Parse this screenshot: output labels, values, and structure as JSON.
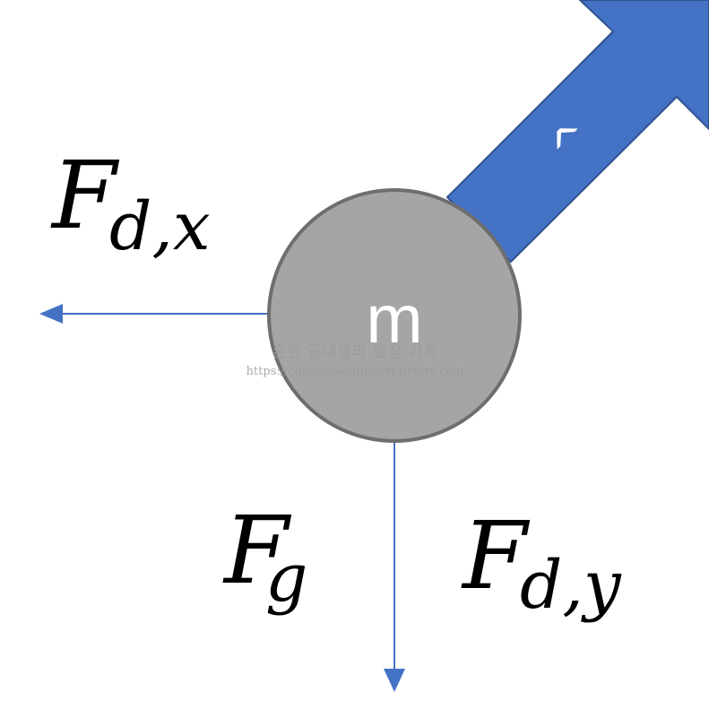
{
  "mass_label": "m",
  "velocity_symbol": "^",
  "forces": {
    "drag_x": {
      "main": "F",
      "sub": "d,x"
    },
    "gravity": {
      "main": "F",
      "sub": "g"
    },
    "drag_y": {
      "main": "F",
      "sub": "d,y"
    }
  },
  "watermark": {
    "line1": "흔한 공대생의 일상 기록",
    "line2": "https://commonengineerr.tistory.com"
  },
  "colors": {
    "velocity_arrow_fill": "#4472C4",
    "velocity_arrow_stroke": "#2F528F",
    "force_arrow": "#4472C4",
    "mass_fill": "#A5A5A5",
    "mass_stroke": "#6E6E6E"
  }
}
